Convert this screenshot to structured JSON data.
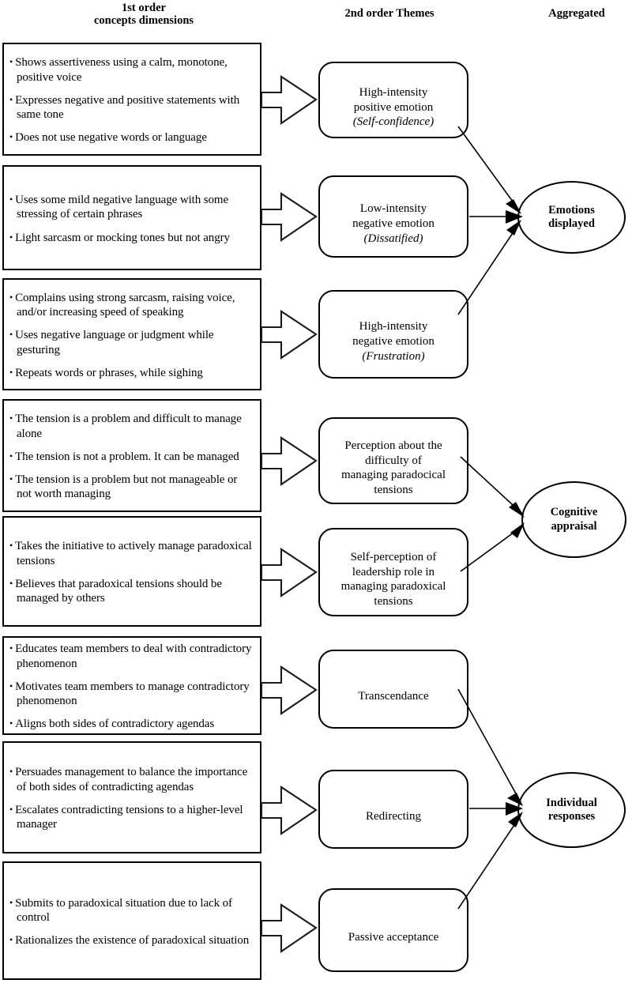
{
  "headers": {
    "first_order": "1st order\nconcepts dimensions",
    "second_order": "2nd order Themes",
    "aggregated": "Aggregated"
  },
  "colors": {
    "background": "#ffffff",
    "stroke": "#000000",
    "arrow_stroke": "#1a1a1a",
    "text": "#000000"
  },
  "concept_boxes": [
    {
      "id": "concepts-self-confidence",
      "bullets": [
        "Shows assertiveness using a calm, monotone, positive voice",
        "Expresses negative and positive statements with same tone",
        "Does not use negative words or language"
      ]
    },
    {
      "id": "concepts-dissatified",
      "bullets": [
        "Uses some mild negative language with some stressing of certain phrases",
        "Light sarcasm or mocking tones but not angry"
      ]
    },
    {
      "id": "concepts-frustration",
      "bullets": [
        "Complains using strong sarcasm, raising voice, and/or increasing speed of speaking",
        "Uses negative language or judgment while gesturing",
        "Repeats words or phrases, while sighing"
      ]
    },
    {
      "id": "concepts-perception-difficulty",
      "bullets": [
        "The tension is a problem and difficult to manage alone",
        "The tension is not a problem. It can be managed",
        "The tension is a problem but not manageable or not worth managing"
      ]
    },
    {
      "id": "concepts-self-perception-leadership",
      "bullets": [
        "Takes the initiative to actively manage paradoxical tensions",
        "Believes that paradoxical tensions should be managed by others"
      ]
    },
    {
      "id": "concepts-transcendance",
      "bullets": [
        "Educates team members to deal with contradictory phenomenon",
        "Motivates team members to manage contradictory phenomenon",
        "Aligns both sides of contradictory agendas"
      ]
    },
    {
      "id": "concepts-redirecting",
      "bullets": [
        "Persuades management to balance the importance of both sides of contradicting agendas",
        "Escalates contradicting tensions to a higher-level manager"
      ]
    },
    {
      "id": "concepts-passive-acceptance",
      "bullets": [
        "Submits to paradoxical situation due to lack of control",
        "Rationalizes the existence of paradoxical situation"
      ]
    }
  ],
  "theme_boxes": [
    {
      "id": "theme-self-confidence",
      "main": "High-intensity\npositive emotion\n",
      "emphasis": "(Self-confidence)"
    },
    {
      "id": "theme-dissatified",
      "main": "Low-intensity\nnegative emotion\n",
      "emphasis": "(Dissatified)"
    },
    {
      "id": "theme-frustration",
      "main": "High-intensity\nnegative emotion\n",
      "emphasis": "(Frustration)"
    },
    {
      "id": "theme-perception",
      "main": "Perception about the\ndifficulty of\nmanaging paradocical\ntensions",
      "emphasis": ""
    },
    {
      "id": "theme-self-perception",
      "main": "Self-perception of\nleadership role in\nmanaging paradoxical\ntensions",
      "emphasis": ""
    },
    {
      "id": "theme-transcendance",
      "main": "Transcendance",
      "emphasis": ""
    },
    {
      "id": "theme-redirecting",
      "main": "Redirecting",
      "emphasis": ""
    },
    {
      "id": "theme-passive",
      "main": "Passive acceptance",
      "emphasis": ""
    }
  ],
  "aggregated_nodes": [
    {
      "id": "agg-emotions",
      "label": "Emotions\ndisplayed"
    },
    {
      "id": "agg-cognitive",
      "label": "Cognitive\nappraisal"
    },
    {
      "id": "agg-individual",
      "label": "Individual\nresponses"
    }
  ]
}
